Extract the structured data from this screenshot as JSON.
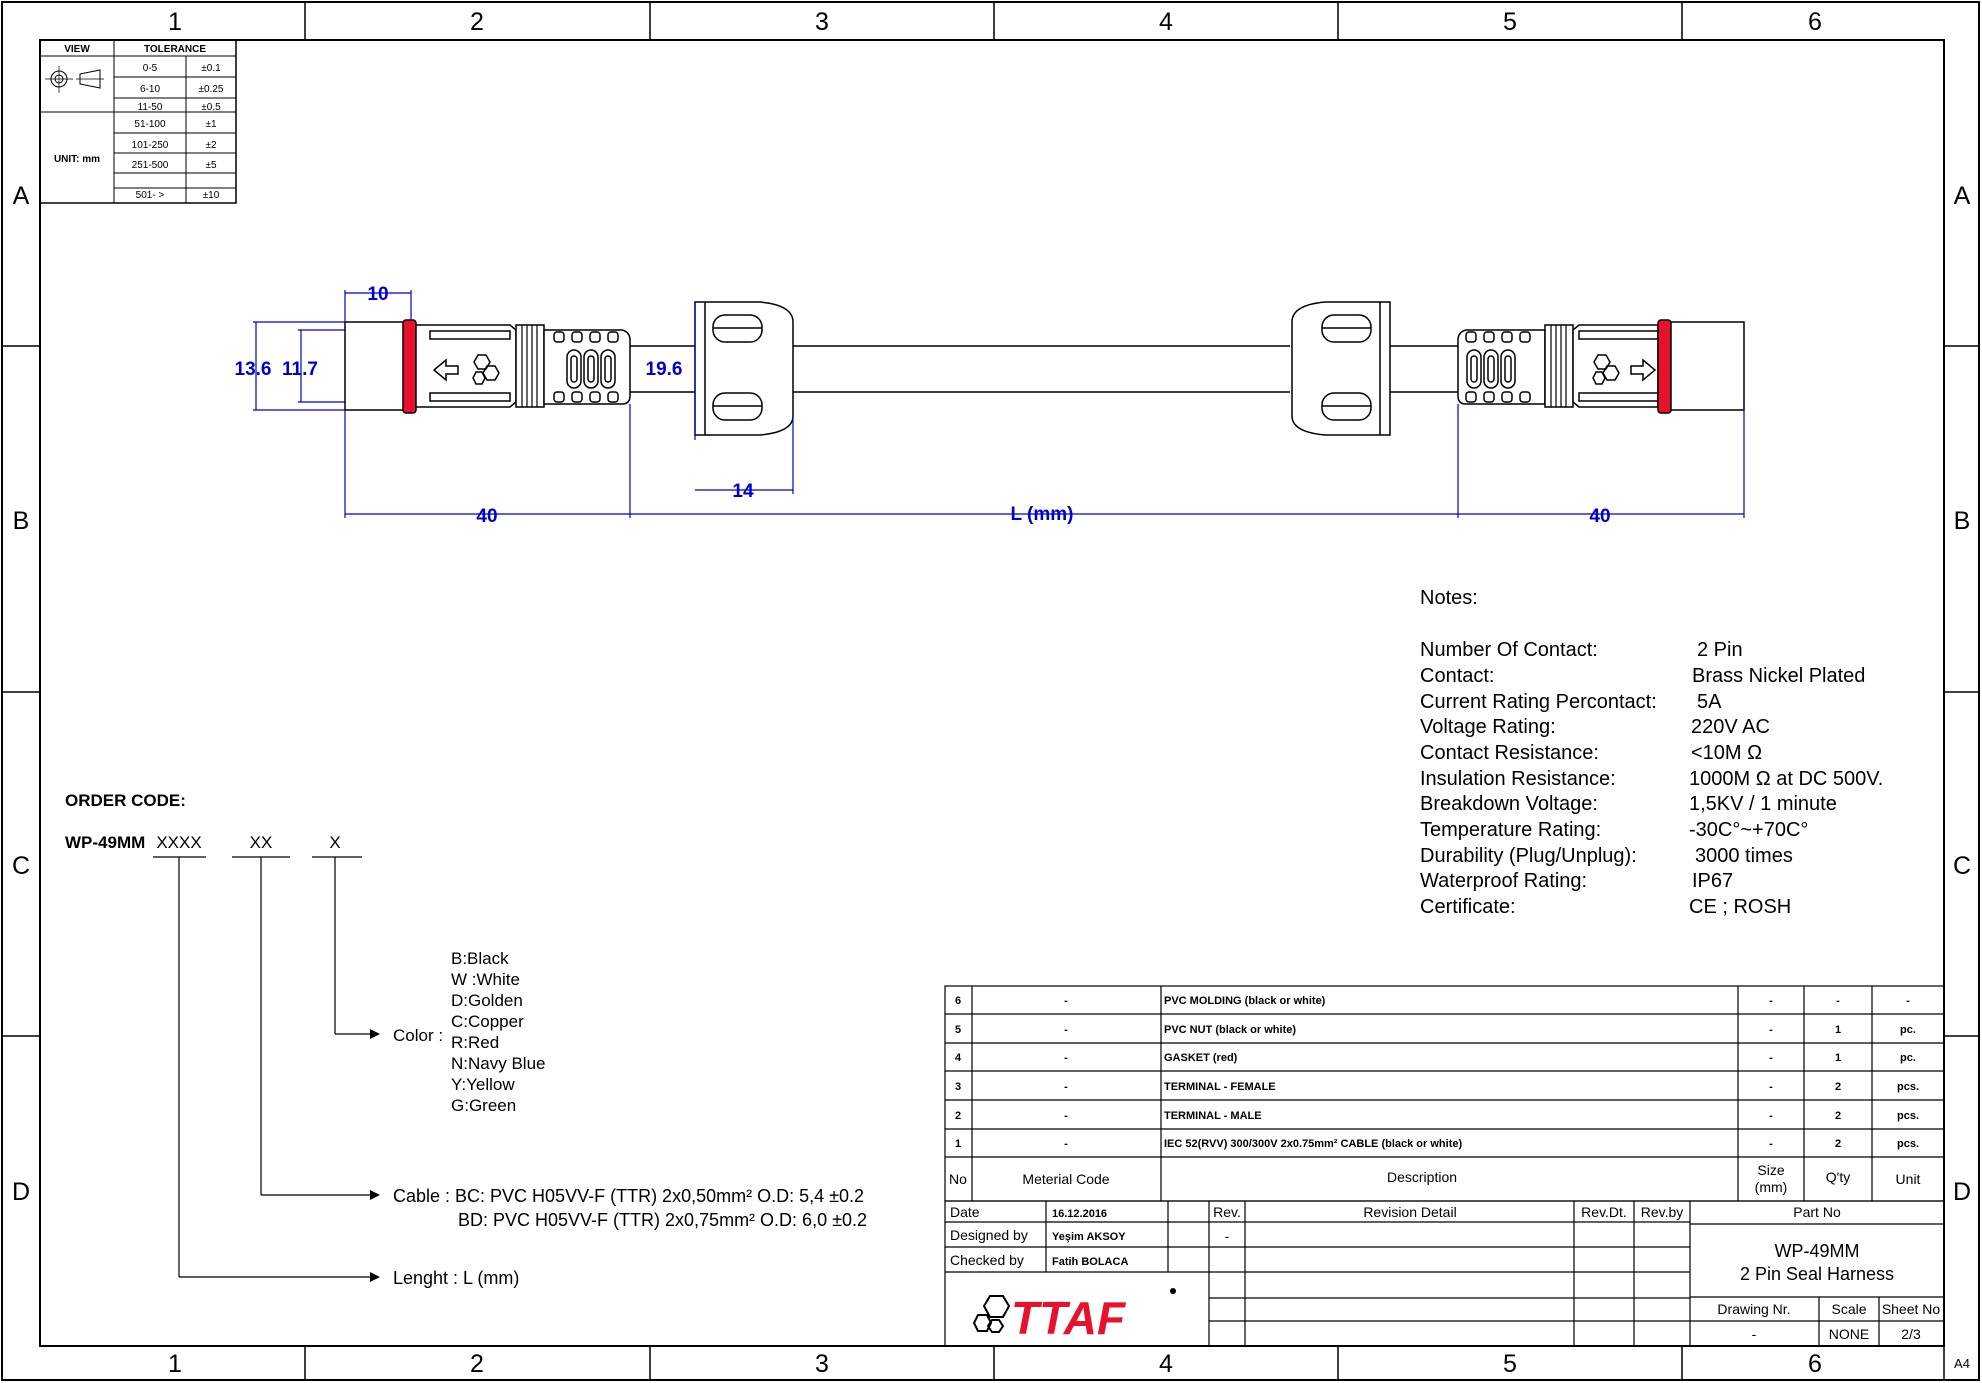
{
  "grid": {
    "columns": [
      "1",
      "2",
      "3",
      "4",
      "5",
      "6"
    ],
    "rows": [
      "A",
      "B",
      "C",
      "D"
    ],
    "paper": "A4"
  },
  "tolerance_table": {
    "view_header": "VIEW",
    "tolerance_header": "TOLERANCE",
    "unit": "UNIT: mm",
    "rows": [
      {
        "range": "0-5",
        "tol": "±0.1"
      },
      {
        "range": "6-10",
        "tol": "±0.25"
      },
      {
        "range": "11-50",
        "tol": "±0.5"
      },
      {
        "range": "51-100",
        "tol": "±1"
      },
      {
        "range": "101-250",
        "tol": "±2"
      },
      {
        "range": "251-500",
        "tol": "±5"
      },
      {
        "range": "501- >",
        "tol": "±10"
      }
    ]
  },
  "dimensions": {
    "d10": "10",
    "d13_6": "13.6",
    "d11_7": "11.7",
    "d19_6": "19.6",
    "d14": "14",
    "d40_left": "40",
    "d_length": "L (mm)",
    "d40_right": "40"
  },
  "notes": {
    "heading": "Notes:",
    "items": [
      {
        "label": "Number Of Contact:",
        "value": "2 Pin"
      },
      {
        "label": "Contact:",
        "value": "Brass Nickel Plated"
      },
      {
        "label": "Current Rating Percontact:",
        "value": "5A"
      },
      {
        "label": "Voltage Rating:",
        "value": "220V AC"
      },
      {
        "label": "Contact Resistance:",
        "value": "<10M Ω"
      },
      {
        "label": "Insulation Resistance:",
        "value": "1000M Ω  at DC 500V."
      },
      {
        "label": "Breakdown Voltage:",
        "value": "1,5KV / 1 minute"
      },
      {
        "label": "Temperature Rating:",
        "value": "-30C°~+70C°"
      },
      {
        "label": "Durability (Plug/Unplug):",
        "value": "3000 times"
      },
      {
        "label": "Waterproof Rating:",
        "value": "IP67"
      },
      {
        "label": "Certificate:",
        "value": "CE ; ROSH"
      }
    ]
  },
  "order_code": {
    "heading": "ORDER CODE:",
    "prefix": "WP-49MM",
    "seg1": "XXXX",
    "seg2": "XX",
    "seg3": "X",
    "color_label": "Color :",
    "colors": [
      "B:Black",
      "W :White",
      "D:Golden",
      "C:Copper",
      "R:Red",
      "N:Navy Blue",
      "Y:Yellow",
      "G:Green"
    ],
    "cable_label": "Cable : BC: PVC H05VV-F (TTR) 2x0,50mm² O.D: 5,4 ±0.2",
    "cable_line2": "BD: PVC H05VV-F (TTR) 2x0,75mm² O.D: 6,0 ±0.2",
    "length_label": "Lenght : L (mm)"
  },
  "bom": {
    "rows": [
      {
        "no": "6",
        "code": "-",
        "desc": "PVC MOLDING  (black or white)",
        "size": "-",
        "qty": "-",
        "unit": "-"
      },
      {
        "no": "5",
        "code": "-",
        "desc": "PVC NUT (black or white)",
        "size": "-",
        "qty": "1",
        "unit": "pc."
      },
      {
        "no": "4",
        "code": "-",
        "desc": "GASKET (red)",
        "size": "-",
        "qty": "1",
        "unit": "pc."
      },
      {
        "no": "3",
        "code": "-",
        "desc": "TERMINAL - FEMALE",
        "size": "-",
        "qty": "2",
        "unit": "pcs."
      },
      {
        "no": "2",
        "code": "-",
        "desc": "TERMINAL - MALE",
        "size": "-",
        "qty": "2",
        "unit": "pcs."
      },
      {
        "no": "1",
        "code": "-",
        "desc": "IEC 52(RVV) 300/300V 2x0.75mm² CABLE (black or white)",
        "size": "-",
        "qty": "2",
        "unit": "pcs."
      }
    ],
    "header": {
      "no": "No",
      "code": "Meterial Code",
      "desc": "Description",
      "size1": "Size",
      "size2": "(mm)",
      "qty": "Q'ty",
      "unit": "Unit"
    }
  },
  "title_block": {
    "date_label": "Date",
    "date": "16.12.2016",
    "designed_label": "Designed by",
    "designed": "Yeşim AKSOY",
    "checked_label": "Checked by",
    "checked": "Fatih BOLACA",
    "rev_label": "Rev.",
    "rev_value": "-",
    "rev_detail": "Revision Detail",
    "rev_dt": "Rev.Dt.",
    "rev_by": "Rev.by",
    "part_no_label": "Part No",
    "part_no": "WP-49MM",
    "part_name": "2 Pin Seal Harness",
    "drawing_nr_label": "Drawing Nr.",
    "drawing_nr": "-",
    "scale_label": "Scale",
    "scale": "NONE",
    "sheet_label": "Sheet No",
    "sheet": "2/3",
    "logo_text": "TTAF",
    "logo_color": "#e8112d"
  },
  "colors": {
    "dimension": "#0000cc",
    "gasket": "#e8112d",
    "line": "#000000"
  }
}
